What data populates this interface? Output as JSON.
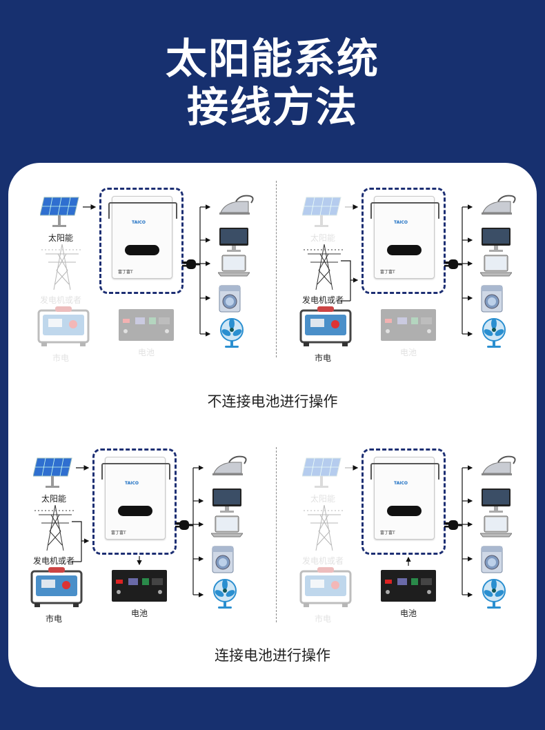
{
  "header": {
    "title_line1": "太阳能系统",
    "title_line2": "接线方法"
  },
  "captions": {
    "top": "不连接电池进行操作",
    "bottom": "连接电池进行操作"
  },
  "sources": {
    "solar": "太阳能",
    "generator": "发电机或者",
    "grid": "市电",
    "battery": "电池"
  },
  "inverter": {
    "brand": "TAICO",
    "badge": "富丁富T"
  },
  "loads": [
    "iron-icon",
    "monitor-icon",
    "laptop-icon",
    "washing-machine-icon",
    "fan-icon"
  ],
  "colors": {
    "background": "#17306f",
    "dashed_box": "#1d2f73",
    "card": "#ffffff"
  }
}
